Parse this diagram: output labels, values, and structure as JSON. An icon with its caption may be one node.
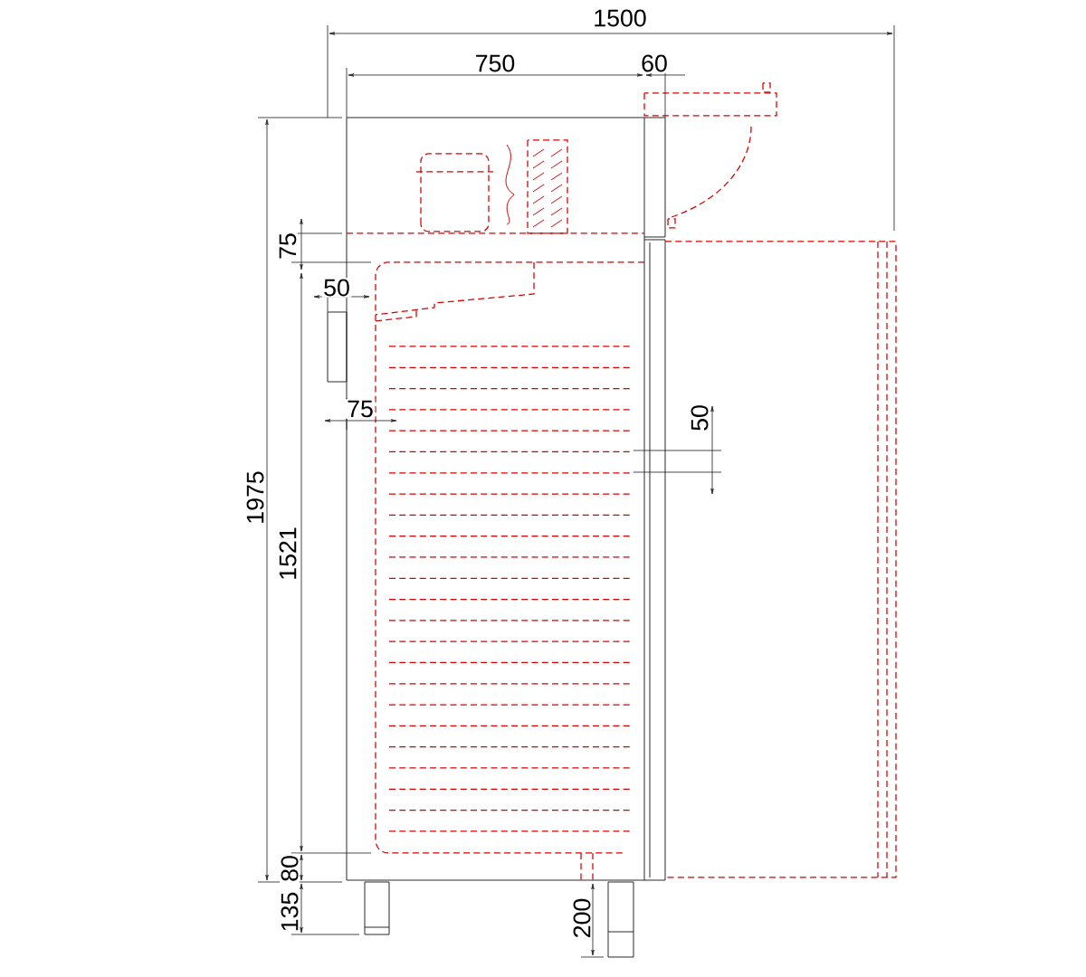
{
  "diagram": {
    "labels": [
      "1500",
      "750",
      "60",
      "75",
      "50",
      "75",
      "50",
      "1975",
      "1521",
      "80",
      "135",
      "200"
    ]
  }
}
